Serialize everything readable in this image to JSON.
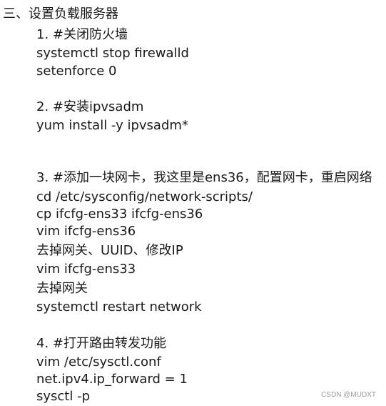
{
  "heading": "三、设置负载服务器",
  "sections": [
    {
      "title": "1. #关闭防火墙",
      "lines": [
        "systemctl stop firewalld",
        "setenforce 0"
      ]
    },
    {
      "title": "2. #安装ipvsadm",
      "lines": [
        "yum install -y ipvsadm*"
      ]
    },
    {
      "title": "3. #添加一块网卡，我这里是ens36，配置网卡，重启网络",
      "lines": [
        "cd /etc/sysconfig/network-scripts/",
        "cp ifcfg-ens33 ifcfg-ens36",
        "vim ifcfg-ens36",
        "去掉网关、UUID、修改IP",
        "vim ifcfg-ens33",
        "去掉网关",
        "systemctl restart network"
      ]
    },
    {
      "title": "4. #打开路由转发功能",
      "lines": [
        "vim /etc/sysctl.conf",
        "net.ipv4.ip_forward = 1",
        "sysctl -p"
      ]
    }
  ],
  "watermark": "CSDN @MUDXT"
}
